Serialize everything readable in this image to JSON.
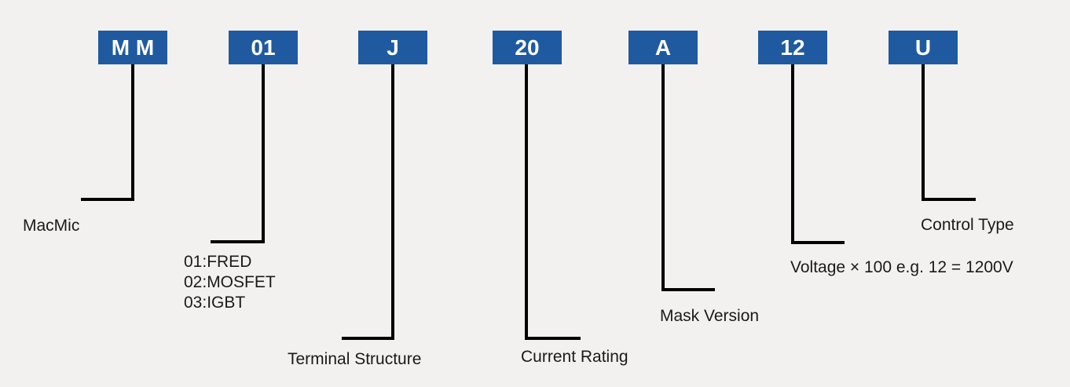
{
  "segments": [
    {
      "code": "M M",
      "label": "MacMic"
    },
    {
      "code": "01",
      "lines": [
        "01:FRED",
        "02:MOSFET",
        "03:IGBT"
      ]
    },
    {
      "code": "J",
      "label": "Terminal Structure"
    },
    {
      "code": "20",
      "label": "Current Rating"
    },
    {
      "code": "A",
      "label": "Mask Version"
    },
    {
      "code": "12",
      "label": "Voltage × 100 e.g. 12 = 1200V"
    },
    {
      "code": "U",
      "label": "Control Type"
    }
  ],
  "colors": {
    "box_fill": "#1f5aa0",
    "box_text": "#ffffff",
    "line": "#000000",
    "background": "#f2f1f0"
  }
}
